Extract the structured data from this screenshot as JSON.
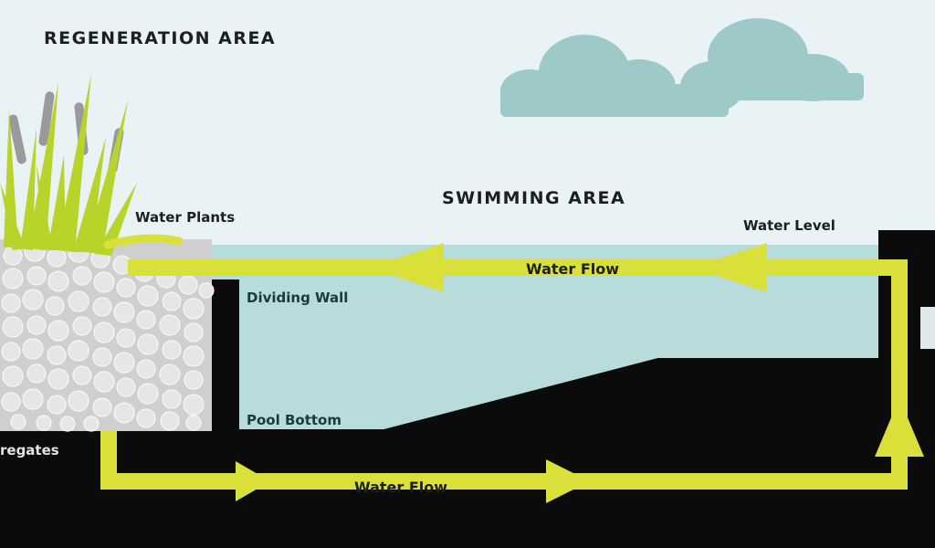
{
  "labels": {
    "regeneration_area": "REGENERATION AREA",
    "swimming_area": "SWIMMING AREA",
    "water_plants": "Water Plants",
    "water_level": "Water Level",
    "water_flow_top": "Water Flow",
    "dividing_wall": "Dividing Wall",
    "pool_bottom": "Pool Bottom",
    "aggregates": "regates",
    "water_flow_bottom": "Water Flow"
  },
  "colors": {
    "sky": "#e9f3f6",
    "water": "#b8dcdc",
    "ground": "#0b0b0b",
    "flow_arrow": "#d9e03a",
    "cloud": "#9ec9c9",
    "gravel": "#d8d8d8",
    "plant": "#b8d42a",
    "reed_head": "#9a9a9a"
  }
}
